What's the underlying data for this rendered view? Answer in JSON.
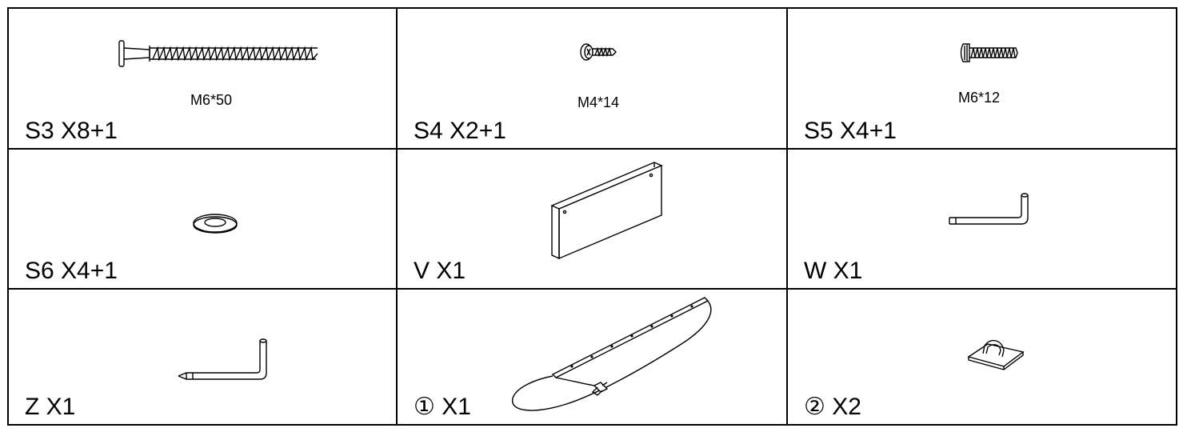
{
  "parts": [
    {
      "id": "S3",
      "label": "S3 X8+1",
      "size": "M6*50",
      "icon": "long-wood-screw-icon"
    },
    {
      "id": "S4",
      "label": "S4 X2+1",
      "size": "M4*14",
      "icon": "small-screw-icon"
    },
    {
      "id": "S5",
      "label": "S5 X4+1",
      "size": "M6*12",
      "icon": "machine-screw-icon"
    },
    {
      "id": "S6",
      "label": "S6 X4+1",
      "icon": "washer-icon"
    },
    {
      "id": "V",
      "label": "V X1",
      "icon": "bracket-icon"
    },
    {
      "id": "W",
      "label": "W X1",
      "icon": "allen-key-icon"
    },
    {
      "id": "Z",
      "label": "Z X1",
      "icon": "pointed-hex-key-icon"
    },
    {
      "id": "1",
      "label": "① X1",
      "icon": "led-strip-cable-icon"
    },
    {
      "id": "2",
      "label": "② X2",
      "icon": "cable-clip-icon"
    }
  ]
}
